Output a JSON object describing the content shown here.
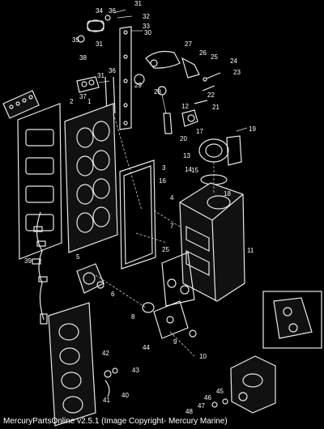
{
  "caption": "MercuryPartsOnline v2.5.1 (Image Copyright- Mercury Marine)",
  "colors": {
    "background": "#000000",
    "line": "#e8e8e8",
    "text": "#ffffff"
  },
  "callouts": [
    "1",
    "2",
    "3",
    "4",
    "5",
    "6",
    "7",
    "8",
    "9",
    "10",
    "11",
    "12",
    "13",
    "14",
    "15",
    "16",
    "17",
    "18",
    "19",
    "20",
    "21",
    "22",
    "23",
    "24",
    "25",
    "25",
    "26",
    "27",
    "28",
    "29",
    "30",
    "31",
    "31",
    "31",
    "32",
    "33",
    "34",
    "35",
    "36",
    "36",
    "37",
    "38",
    "39",
    "40",
    "41",
    "42",
    "43",
    "44",
    "45",
    "46",
    "47",
    "48"
  ]
}
